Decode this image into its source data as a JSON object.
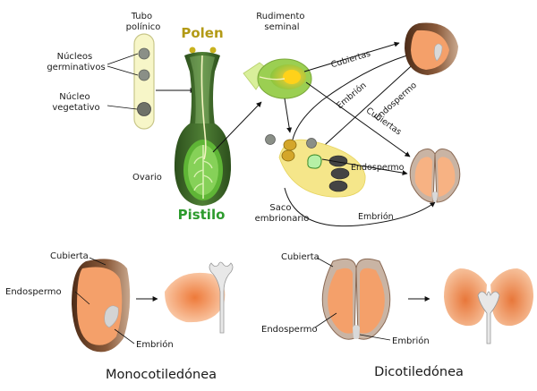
{
  "labels": {
    "tubo_polinico": [
      "Tubo",
      "polínico"
    ],
    "nucleos_germinativos": [
      "Núcleos",
      "germinativos"
    ],
    "nucleo_vegetativo": [
      "Núcleo",
      "vegetativo"
    ],
    "polen": "Polen",
    "pistilo": "Pistilo",
    "ovario": "Ovario",
    "rudimento_seminal": [
      "Rudimento",
      "seminal"
    ],
    "saco_embrionario": [
      "Saco",
      "embrionario"
    ],
    "cubiertas_top": "Cubiertas",
    "embrion_top": "Embrión",
    "endospermo_diag": "Endospermo",
    "cubiertas_mid": "Cubiertas",
    "endospermo_mid": "Endospermo",
    "embrion_bottom_arc": "Embrión",
    "mono_cubierta": "Cubierta",
    "mono_endospermo": "Endospermo",
    "mono_embrion": "Embrión",
    "di_cubierta": "Cubierta",
    "di_endospermo": "Endospermo",
    "di_embrion": "Embrión"
  },
  "captions": {
    "monocot": "Monocotiledónea",
    "dicot": "Dicotiledónea"
  },
  "colors": {
    "polen_title": "#b39a16",
    "pistilo_title": "#2d9b2d",
    "seed_coat": "#6b4226",
    "endosperm": "#f3a36f",
    "pistil_dark": "#2f5d1f",
    "pistil_light": "#7bc74d",
    "sac_yellow": "#f5e68a"
  }
}
